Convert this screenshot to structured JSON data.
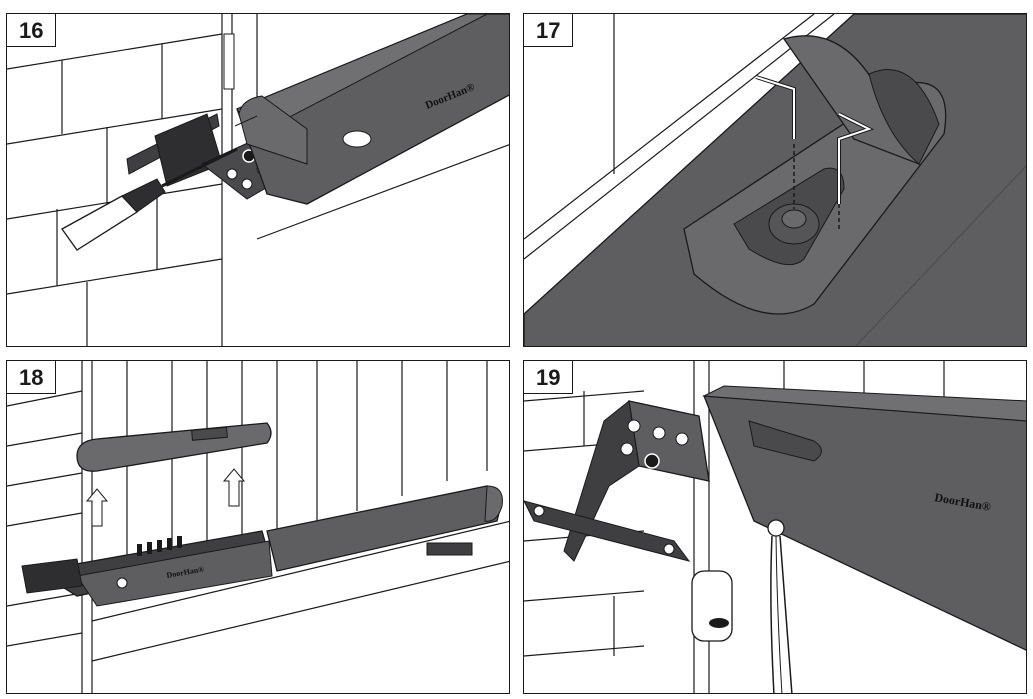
{
  "panels": [
    {
      "number": "16",
      "brand": "DoorHan®"
    },
    {
      "number": "17"
    },
    {
      "number": "18",
      "brand": "DoorHan®"
    },
    {
      "number": "19",
      "brand": "DoorHan®"
    }
  ],
  "colors": {
    "housing": "#5e5e60",
    "housing_light": "#707072",
    "housing_dark": "#3f3f41",
    "line": "#1a1a1a"
  }
}
